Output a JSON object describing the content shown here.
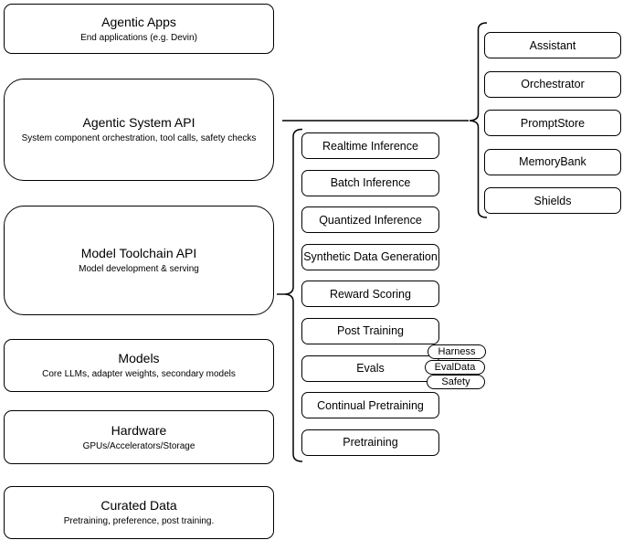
{
  "colors": {
    "stroke": "#000000",
    "fill": "#ffffff",
    "text": "#000000",
    "background": "#ffffff"
  },
  "stack": [
    {
      "title": "Agentic Apps",
      "subtitle": "End applications (e.g. Devin)"
    },
    {
      "title": "Agentic System API",
      "subtitle": "System component orchestration, tool calls, safety checks"
    },
    {
      "title": "Model Toolchain API",
      "subtitle": "Model development & serving"
    },
    {
      "title": "Models",
      "subtitle": "Core LLMs, adapter weights, secondary models"
    },
    {
      "title": "Hardware",
      "subtitle": "GPUs/Accelerators/Storage"
    },
    {
      "title": "Curated Data",
      "subtitle": "Pretraining, preference, post training."
    }
  ],
  "toolchain_api_items": [
    "Realtime Inference",
    "Batch Inference",
    "Quantized Inference",
    "Synthetic Data Generation",
    "Reward Scoring",
    "Post Training",
    "Evals",
    "Continual Pretraining",
    "Pretraining"
  ],
  "eval_tags": [
    "Harness",
    "EvalData",
    "Safety"
  ],
  "system_api_components": [
    "Assistant",
    "Orchestrator",
    "PromptStore",
    "MemoryBank",
    "Shields"
  ]
}
